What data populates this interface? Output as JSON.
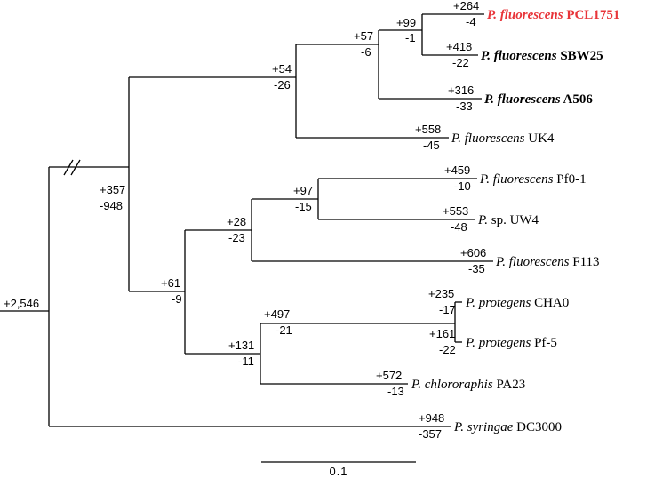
{
  "tree": {
    "root": {
      "gain": "+2,546"
    },
    "nodes": {
      "n1": {
        "gain": "+357",
        "loss": "-948"
      },
      "n2": {
        "gain": "+54",
        "loss": "-26"
      },
      "n3": {
        "gain": "+57",
        "loss": "-6"
      },
      "n4": {
        "gain": "+99",
        "loss": "-1"
      },
      "n5": {
        "gain": "+61",
        "loss": "-9"
      },
      "n6": {
        "gain": "+28",
        "loss": "-23"
      },
      "n7": {
        "gain": "+97",
        "loss": "-15"
      },
      "n8": {
        "gain": "+131",
        "loss": "-11"
      },
      "n9": {
        "gain": "+497",
        "loss": "-21"
      }
    },
    "leaves": [
      {
        "genus": "P. fluorescens",
        "strain": " PCL1751",
        "gain": "+264",
        "loss": "-4",
        "style": "red-bold"
      },
      {
        "genus": "P. fluorescens",
        "strain": " SBW25",
        "gain": "+418",
        "loss": "-22",
        "style": "bold"
      },
      {
        "genus": "P. fluorescens",
        "strain": " A506",
        "gain": "+316",
        "loss": "-33",
        "style": "bold"
      },
      {
        "genus": "P. fluorescens",
        "strain": " UK4",
        "gain": "+558",
        "loss": "-45",
        "style": "normal"
      },
      {
        "genus": "P. fluorescens",
        "strain": " Pf0-1",
        "gain": "+459",
        "loss": "-10",
        "style": "normal"
      },
      {
        "genus": "P.",
        "strain": " sp. UW4",
        "gain": "+553",
        "loss": "-48",
        "style": "normal"
      },
      {
        "genus": "P. fluorescens",
        "strain": " F113",
        "gain": "+606",
        "loss": "-35",
        "style": "normal"
      },
      {
        "genus": "P. protegens",
        "strain": " CHA0",
        "gain": "+235",
        "loss": "-17",
        "style": "normal"
      },
      {
        "genus": "P. protegens",
        "strain": " Pf-5",
        "gain": "+161",
        "loss": "-22",
        "style": "normal"
      },
      {
        "genus": "P. chlororaphis",
        "strain": " PA23",
        "gain": "+572",
        "loss": "-13",
        "style": "normal"
      },
      {
        "genus": "P. syringae",
        "strain": " DC3000",
        "gain": "+948",
        "loss": "-357",
        "style": "normal"
      }
    ],
    "colors": {
      "highlight": "#e8353a",
      "line": "#000000"
    }
  },
  "scale_bar": {
    "label": "0.1"
  }
}
